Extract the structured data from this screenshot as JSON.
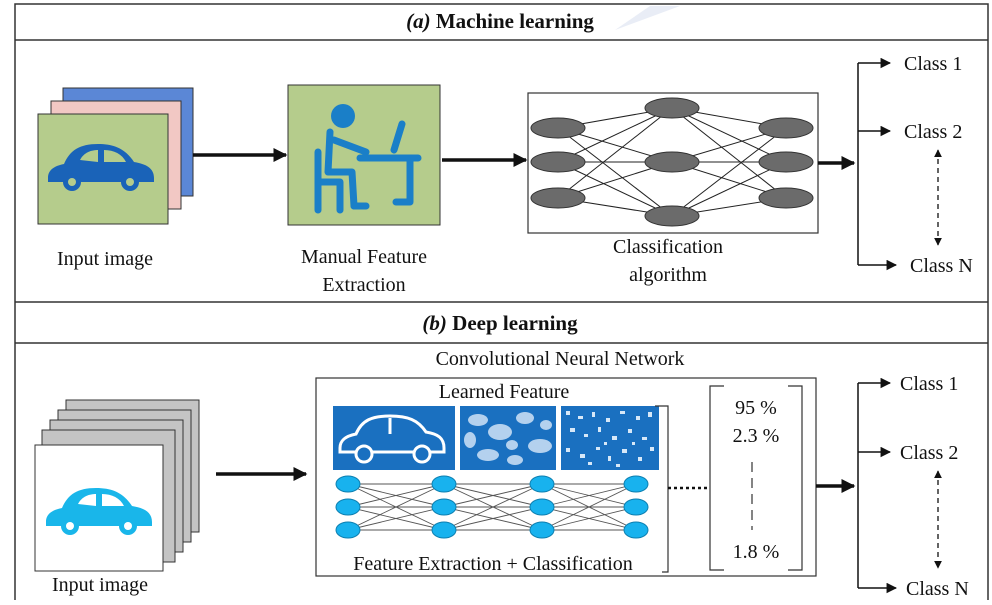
{
  "section_a": {
    "title_prefix": "(a)",
    "title": " Machine learning",
    "input_label": "Input image",
    "feature_label_line1": "Manual Feature",
    "feature_label_line2": "Extraction",
    "classifier_label_line1": "Classification",
    "classifier_label_line2": "algorithm",
    "classes": [
      "Class 1",
      "Class 2",
      "Class N"
    ]
  },
  "section_b": {
    "title_prefix": "(b)",
    "title": " Deep learning",
    "cnn_label": "Convolutional Neural Network",
    "learned_label": "Learned Feature",
    "extraction_label": "Feature Extraction + Classification",
    "input_label": "Input image",
    "probabilities": [
      "95 %",
      "2.3 %",
      "1.8 %"
    ],
    "classes": [
      "Class 1",
      "Class 2",
      "Class N"
    ]
  },
  "colors": {
    "frame": "#333333",
    "card_blue": "#5b87d6",
    "card_pink": "#f2c8c4",
    "card_green": "#b5cc8c",
    "car_dark_blue": "#1a63b8",
    "car_cyan": "#19b6ea",
    "person_blue": "#1a7fc8",
    "node_gray": "#6b6b6b",
    "node_cyan": "#18b2ee",
    "feature_blue": "#1a70c0",
    "stack_gray": "#c4c4c4"
  },
  "icons": [
    "car-icon",
    "person-at-computer-icon",
    "neural-network-icon",
    "arrow-right-icon",
    "dashed-double-arrow-icon"
  ]
}
